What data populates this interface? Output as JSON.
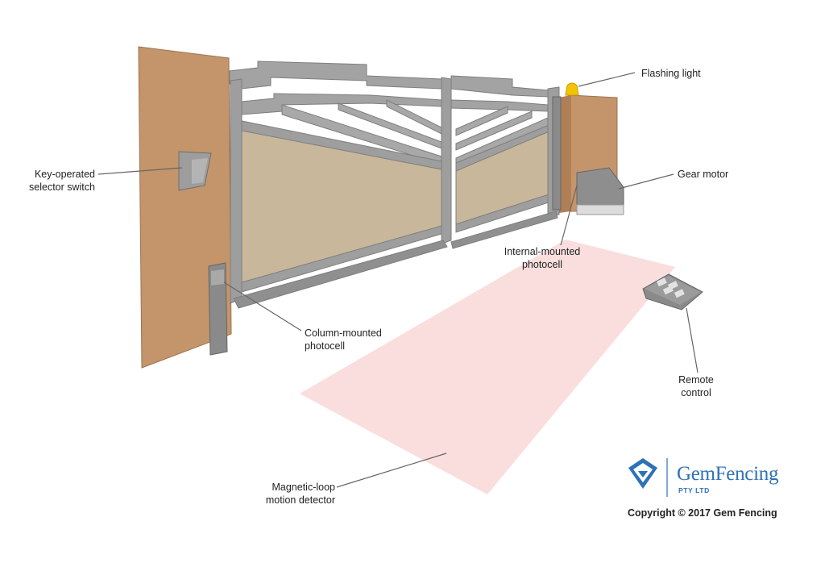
{
  "labels": {
    "flashing_light": "Flashing light",
    "key_selector_1": "Key-operated",
    "key_selector_2": "selector switch",
    "gear_motor": "Gear motor",
    "internal_photocell_1": "Internal-mounted",
    "internal_photocell_2": "photocell",
    "column_photocell_1": "Column-mounted",
    "column_photocell_2": "photocell",
    "remote_1": "Remote",
    "remote_2": "control",
    "magnetic_loop_1": "Magnetic-loop",
    "magnetic_loop_2": "motion detector"
  },
  "brand": {
    "name": "GemFencing",
    "sub": "PTY LTD",
    "copyright": "Copyright © 2017 Gem Fencing",
    "color": "#2d72b8"
  },
  "colors": {
    "pillar": "#c4956a",
    "gate_frame": "#9a9a9a",
    "gate_panel": "#c8b79a",
    "detection_zone": "#f9d9d9",
    "flashing_light": "#f5c400"
  }
}
